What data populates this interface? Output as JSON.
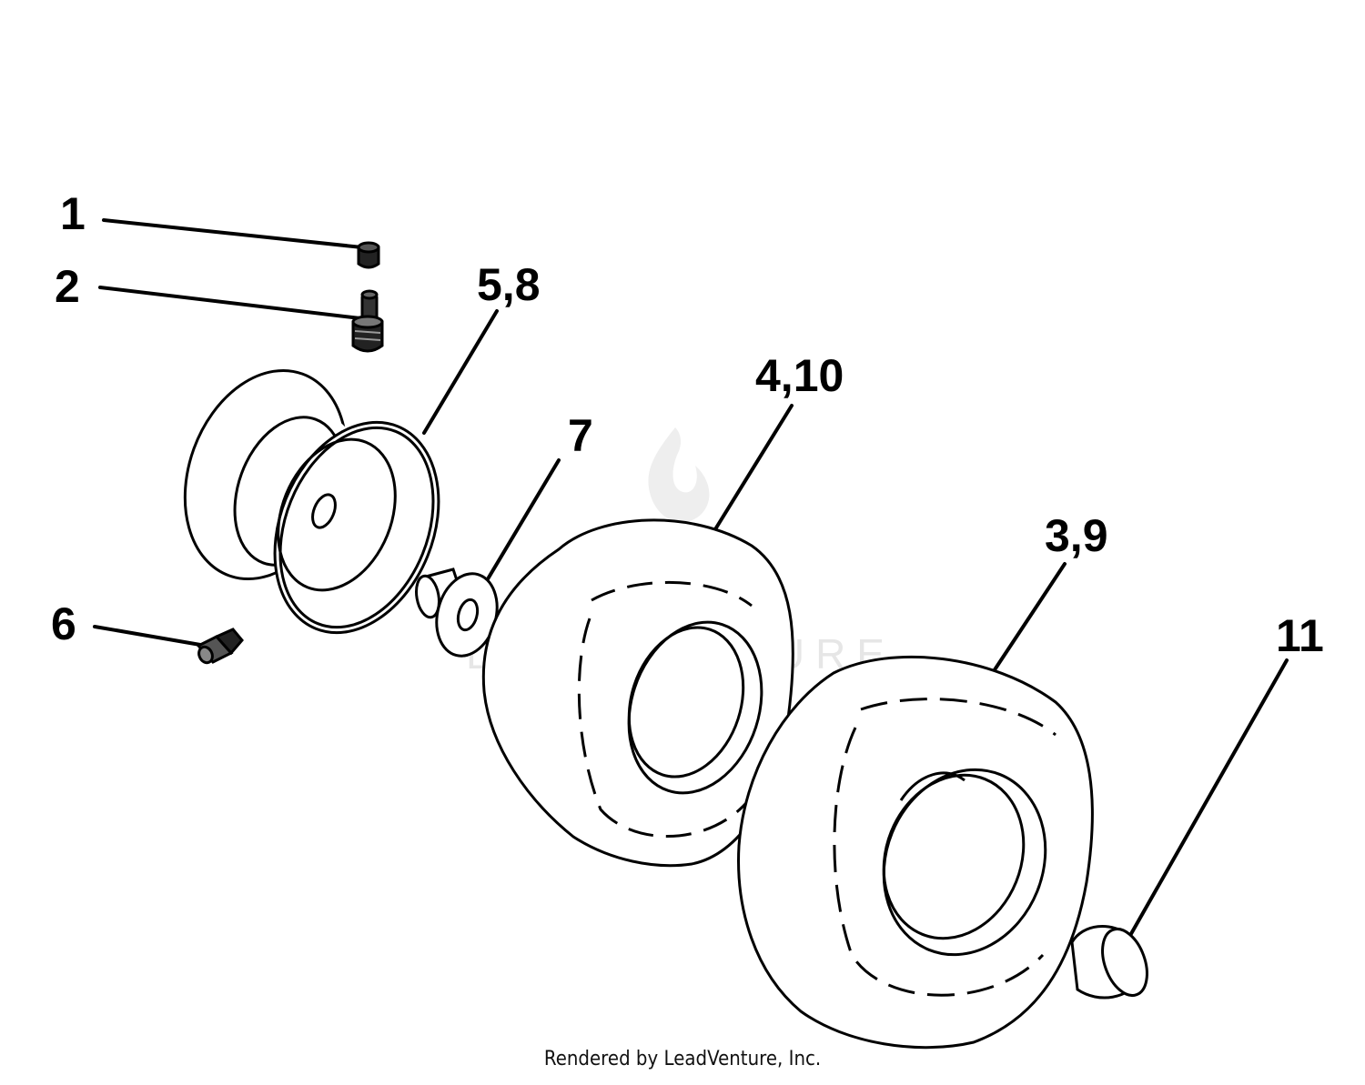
{
  "callouts": [
    {
      "id": "1",
      "label": "1"
    },
    {
      "id": "2",
      "label": "2"
    },
    {
      "id": "3",
      "label": "3,9"
    },
    {
      "id": "4",
      "label": "4,10"
    },
    {
      "id": "5",
      "label": "5,8"
    },
    {
      "id": "6",
      "label": "6"
    },
    {
      "id": "7",
      "label": "7"
    },
    {
      "id": "11",
      "label": "11"
    }
  ],
  "watermark": {
    "text": "LEADVENTURE"
  },
  "footer": {
    "text": "Rendered by LeadVenture, Inc."
  },
  "colors": {
    "ink": "#000000",
    "watermark": "#e6e6e6",
    "background": "#ffffff"
  }
}
